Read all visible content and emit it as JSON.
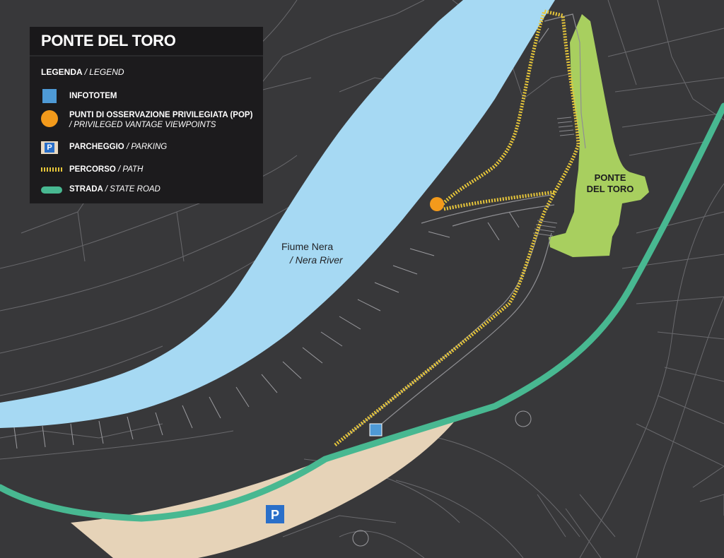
{
  "legend": {
    "title": "PONTE DEL TORO",
    "heading": "LEGENDA",
    "heading_en": "/ LEGEND",
    "items": [
      {
        "label": "INFOTOTEM",
        "label_en": ""
      },
      {
        "label": "PUNTI DI OSSERVAZIONE PRIVILEGIATA (POP)",
        "label_en": "/ PRIVILEGED VANTAGE VIEWPOINTS"
      },
      {
        "label": "PARCHEGGIO",
        "label_en": "/ PARKING"
      },
      {
        "label": "PERCORSO",
        "label_en": "/ PATH"
      },
      {
        "label": "STRADA",
        "label_en": "/ STATE ROAD"
      }
    ]
  },
  "map": {
    "river_label": "Fiume Nera",
    "river_label_en": "/ Nera River",
    "bridge_label_line1": "PONTE",
    "bridge_label_line2": "DEL TORO",
    "parking_letter": "P",
    "legend_parking_letter": "P",
    "icons": [
      "infototem-icon",
      "viewpoint-icon",
      "parking-icon"
    ]
  },
  "colors": {
    "background": "#38383a",
    "river": "#a6d9f3",
    "parking_area": "#e6d3b8",
    "bridge": "#a8cf5f",
    "road": "#48b891",
    "path": "#e8c73a",
    "viewpoint": "#f39a1b",
    "infototem": "#4e9ad6",
    "parking_sign": "#2a6fc9"
  }
}
